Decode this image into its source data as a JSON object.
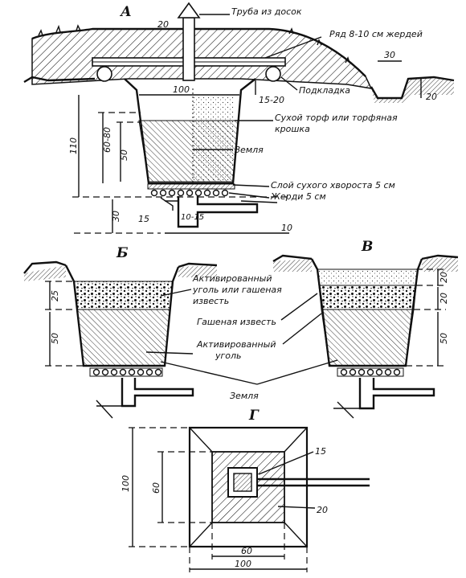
{
  "views": {
    "a": "А",
    "b": "Б",
    "v": "В",
    "g": "Г"
  },
  "section_a": {
    "pipe": "Труба из досок",
    "row_poles": "Ряд 8-10 см жердей",
    "liner": "Подкладка",
    "dry_peat": "Сухой торф или торфяная",
    "dry_peat_2": "крошка",
    "earth": "Земля",
    "brushwood": "Слой сухого хвороста 5 см",
    "poles": "Жерди 5 см",
    "dim_20_top": "20",
    "dim_30": "30",
    "dim_20_right": "20",
    "dim_100": "100",
    "dim_15_20": "15-20",
    "dim_110": "110",
    "dim_60_80": "60-80",
    "dim_50": "50",
    "dim_30_left": "30",
    "dim_15": "15",
    "dim_10_15": "10-15",
    "dim_10": "10"
  },
  "section_bv": {
    "activated_carbon_or_lime": "Активированный",
    "activated_carbon_or_lime_2": "уголь или гашеная",
    "activated_carbon_or_lime_3": "известь",
    "slaked_lime": "Гашеная известь",
    "activated_carbon": "Активированный",
    "activated_carbon_2": "уголь",
    "earth": "Земля",
    "b_dim_25": "25",
    "b_dim_50": "50",
    "v_dim_20a": "20",
    "v_dim_20b": "20",
    "v_dim_50": "50"
  },
  "plan_g": {
    "dim_15": "15",
    "dim_20": "20",
    "dim_100_left": "100",
    "dim_60_left": "60",
    "dim_60_bottom": "60",
    "dim_100_bottom": "100"
  }
}
